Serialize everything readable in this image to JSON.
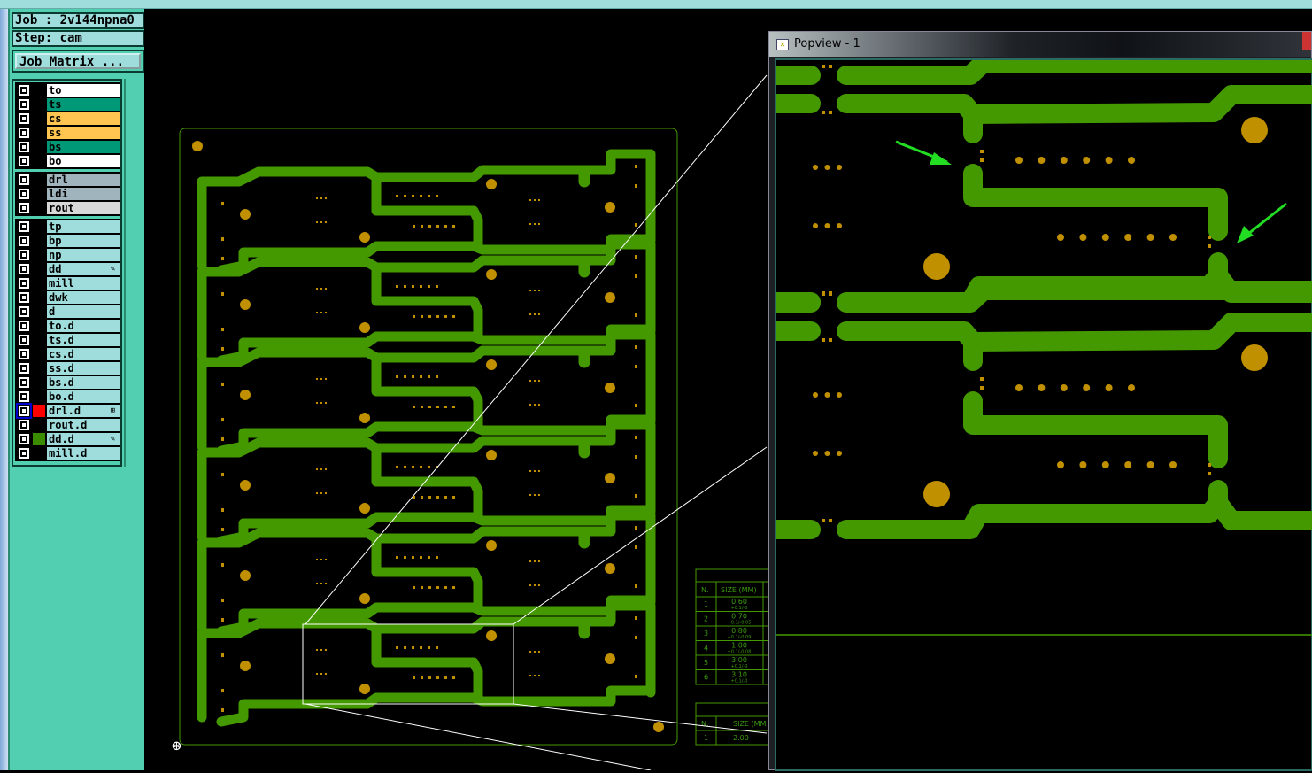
{
  "job": {
    "label": "Job : 2v144npna0",
    "step": "Step: cam",
    "matrix_button": "Job Matrix ..."
  },
  "layer_groups": [
    [
      {
        "name": "to",
        "color": "#ffffff"
      },
      {
        "name": "ts",
        "color": "#009978"
      },
      {
        "name": "cs",
        "color": "#ffc550"
      },
      {
        "name": "ss",
        "color": "#ffc550"
      },
      {
        "name": "bs",
        "color": "#009978"
      },
      {
        "name": "bo",
        "color": "#ffffff"
      }
    ],
    [
      {
        "name": "drl",
        "color": "#9fb4bc"
      },
      {
        "name": "ldi",
        "color": "#9fb4bc"
      },
      {
        "name": "rout",
        "color": "#d8d8d8"
      }
    ],
    [
      {
        "name": "tp",
        "color": "#9fdcdc"
      },
      {
        "name": "bp",
        "color": "#9fdcdc"
      },
      {
        "name": "np",
        "color": "#9fdcdc"
      },
      {
        "name": "dd",
        "color": "#9fdcdc",
        "mark": "✎"
      },
      {
        "name": "mill",
        "color": "#9fdcdc"
      },
      {
        "name": "dwk",
        "color": "#9fdcdc"
      },
      {
        "name": "d",
        "color": "#9fdcdc"
      },
      {
        "name": "to.d",
        "color": "#9fdcdc"
      },
      {
        "name": "ts.d",
        "color": "#9fdcdc"
      },
      {
        "name": "cs.d",
        "color": "#9fdcdc"
      },
      {
        "name": "ss.d",
        "color": "#9fdcdc"
      },
      {
        "name": "bs.d",
        "color": "#9fdcdc"
      },
      {
        "name": "bo.d",
        "color": "#9fdcdc"
      },
      {
        "name": "drl.d",
        "color": "#9fdcdc",
        "mark": "⊞",
        "swatch": "#ff0000",
        "selected": true
      },
      {
        "name": "rout.d",
        "color": "#9fdcdc"
      },
      {
        "name": "dd.d",
        "color": "#9fdcdc",
        "mark": "✎",
        "swatch": "#3c8c00"
      },
      {
        "name": "mill.d",
        "color": "#9fdcdc"
      }
    ]
  ],
  "popview": {
    "title": "Popview - 1"
  },
  "drill_table": {
    "header_n": "N.",
    "header_size": "SIZE (MM)",
    "rows": [
      {
        "n": "1",
        "size": "0.60",
        "tol": "+0.1/-0"
      },
      {
        "n": "2",
        "size": "0.70",
        "tol": "+0.1/-0.05"
      },
      {
        "n": "3",
        "size": "0.80",
        "tol": "+0.1/-0.09"
      },
      {
        "n": "4",
        "size": "1.00",
        "tol": "+0.1/-0.08"
      },
      {
        "n": "5",
        "size": "3.00",
        "tol": "+0.1/-0"
      },
      {
        "n": "6",
        "size": "3.10",
        "tol": "+0.1/-0"
      }
    ]
  },
  "drill_table2": {
    "header_n": "N.",
    "header_size": "SIZE (MM",
    "rows": [
      {
        "n": "1",
        "size": "2.00"
      }
    ]
  },
  "colors": {
    "trace": "#449900",
    "pad": "#c09000",
    "panel": "#52cfb0"
  }
}
